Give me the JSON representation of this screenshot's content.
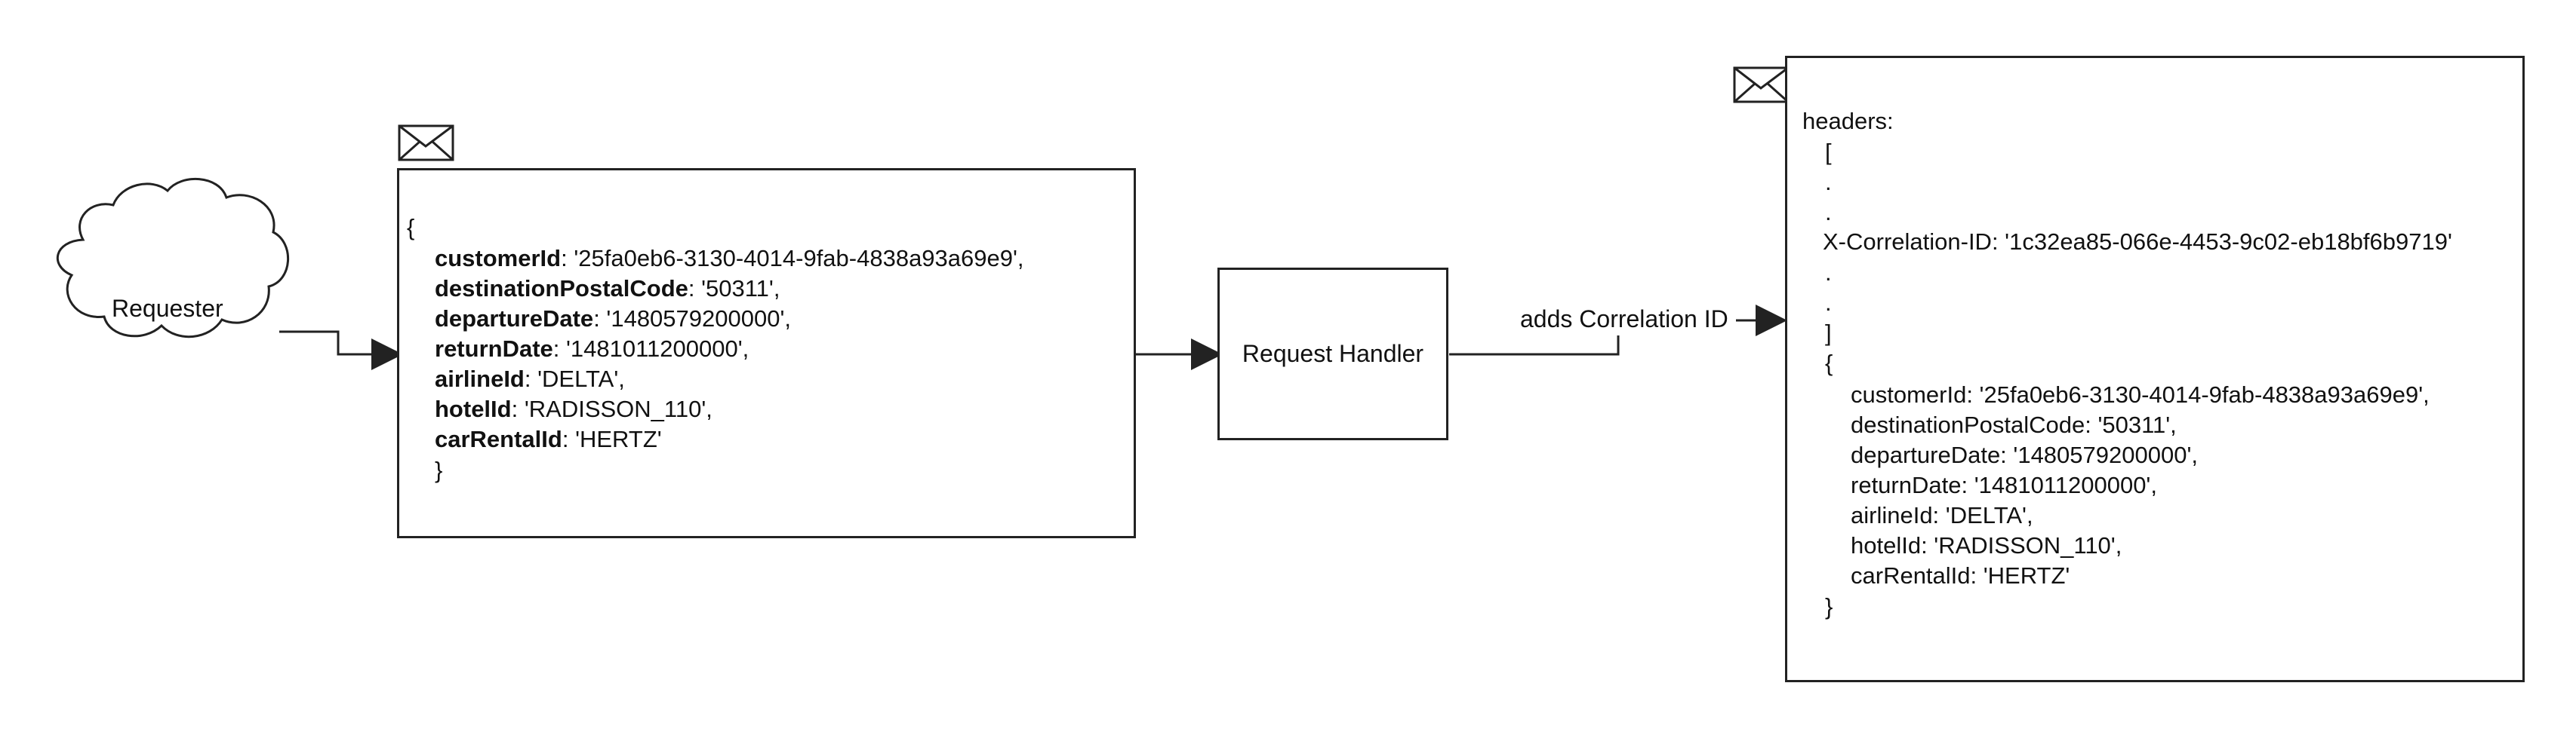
{
  "requester": {
    "label": "Requester"
  },
  "message_one": {
    "open_brace": "{",
    "lines": [
      {
        "key": "customerId",
        "value": ": '25fa0eb6-3130-4014-9fab-4838a93a69e9',"
      },
      {
        "key": "destinationPostalCode",
        "value": ": '50311',"
      },
      {
        "key": "departureDate",
        "value": ": '1480579200000',"
      },
      {
        "key": "returnDate",
        "value": ": '1481011200000',"
      },
      {
        "key": "airlineId",
        "value": ": 'DELTA',"
      },
      {
        "key": "hotelId",
        "value": ": 'RADISSON_110',"
      },
      {
        "key": "carRentalId",
        "value": ": 'HERTZ'"
      }
    ],
    "close_brace": "}"
  },
  "request_handler": {
    "label": "Request Handler"
  },
  "correlation_label": "adds Correlation ID",
  "message_two": {
    "headers_label": "headers:",
    "open_bracket": "[",
    "dot_one": ".",
    "dot_two": ".",
    "correlation_line": "X-Correlation-ID: '1c32ea85-066e-4453-9c02-eb18bf6b9719'",
    "dot_three": ".",
    "dot_four": ".",
    "close_bracket": "]",
    "open_brace": "{",
    "lines": [
      "customerId: '25fa0eb6-3130-4014-9fab-4838a93a69e9',",
      "destinationPostalCode: '50311',",
      "departureDate: '1480579200000',",
      "returnDate: '1481011200000',",
      "airlineId: 'DELTA',",
      "hotelId: 'RADISSON_110',",
      "carRentalId: 'HERTZ'"
    ],
    "close_brace": "}"
  },
  "icons": {
    "message_one_icon": "envelope-icon",
    "message_two_icon": "envelope-icon"
  },
  "colors": {
    "stroke": "#222222",
    "text": "#111111",
    "background": "#ffffff"
  }
}
